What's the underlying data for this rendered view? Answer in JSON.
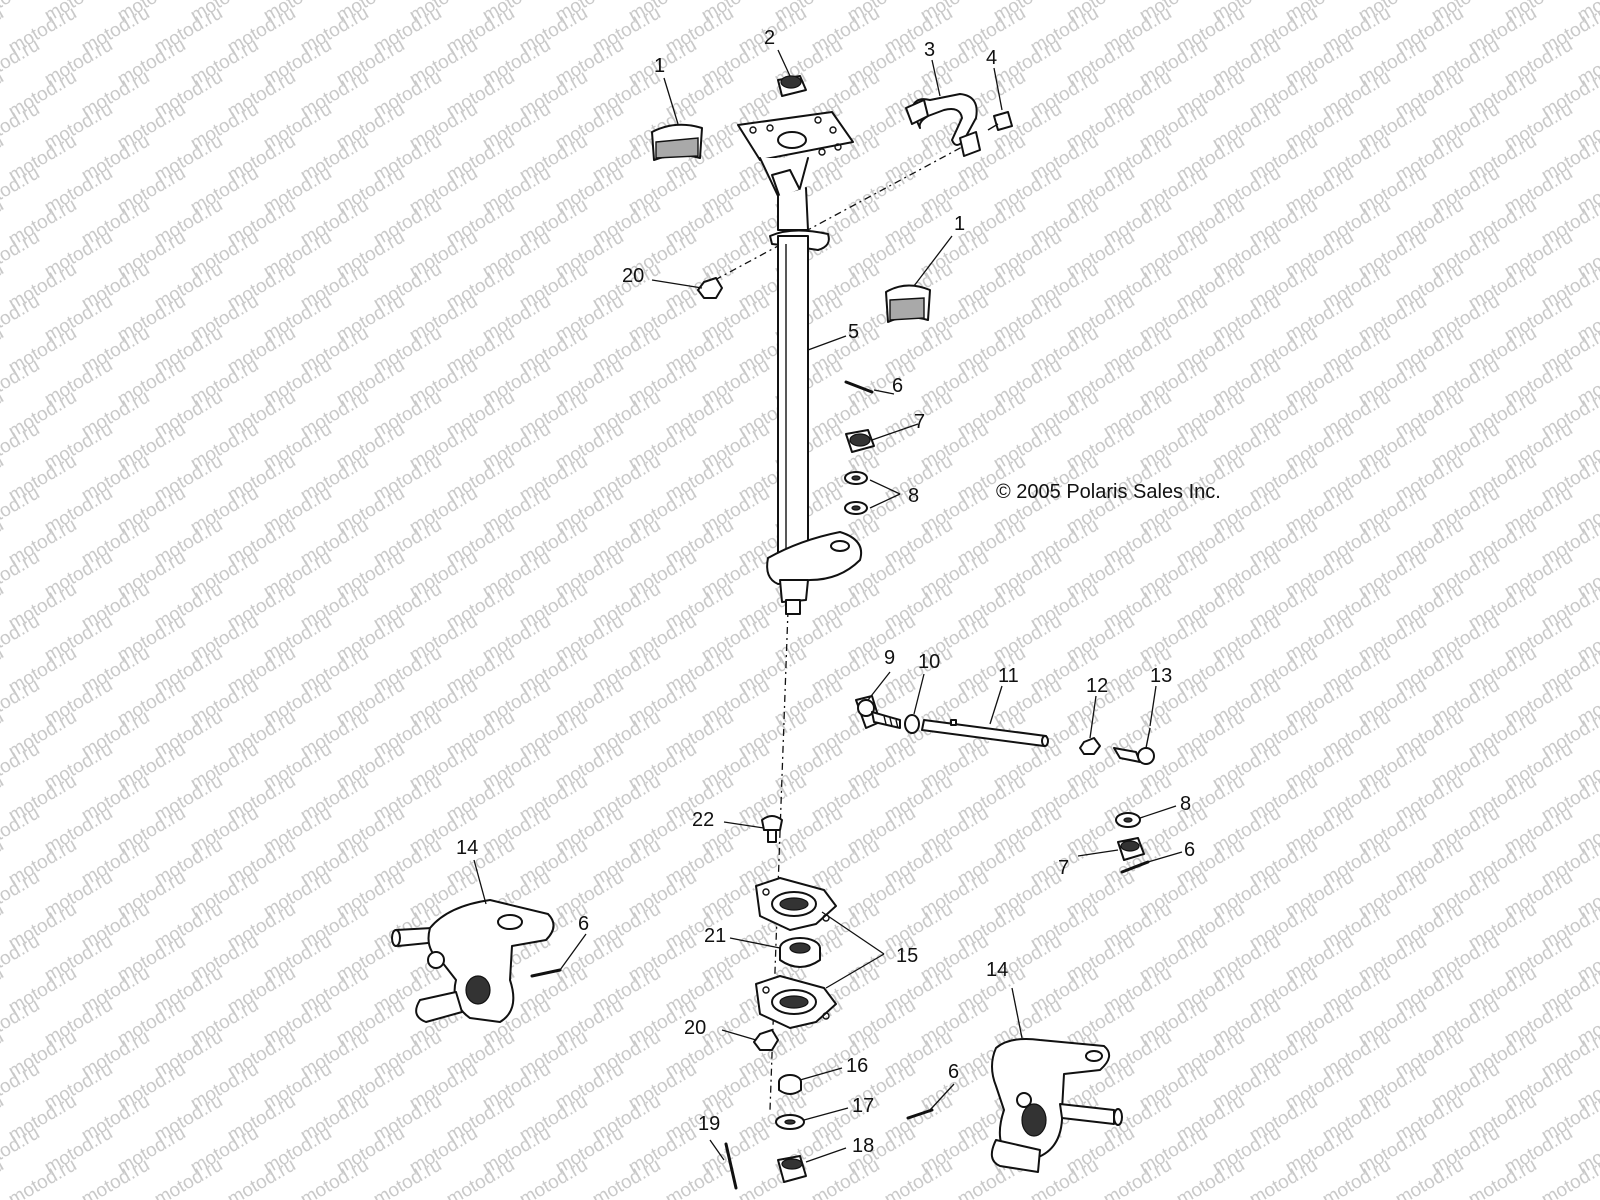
{
  "diagram": {
    "copyright": "© 2005 Polaris Sales Inc.",
    "watermark": "motod.ru",
    "callouts": {
      "c1a": "1",
      "c2": "2",
      "c3": "3",
      "c4": "4",
      "c20a": "20",
      "c1b": "1",
      "c5": "5",
      "c6a": "6",
      "c7a": "7",
      "c8a": "8",
      "c9": "9",
      "c10": "10",
      "c11": "11",
      "c12": "12",
      "c13": "13",
      "c22": "22",
      "c8b": "8",
      "c7b": "7",
      "c6b": "6",
      "c14a": "14",
      "c6c": "6",
      "c21": "21",
      "c15": "15",
      "c20b": "20",
      "c14b": "14",
      "c16": "16",
      "c17": "17",
      "c6d": "6",
      "c19": "19",
      "c18": "18"
    }
  }
}
